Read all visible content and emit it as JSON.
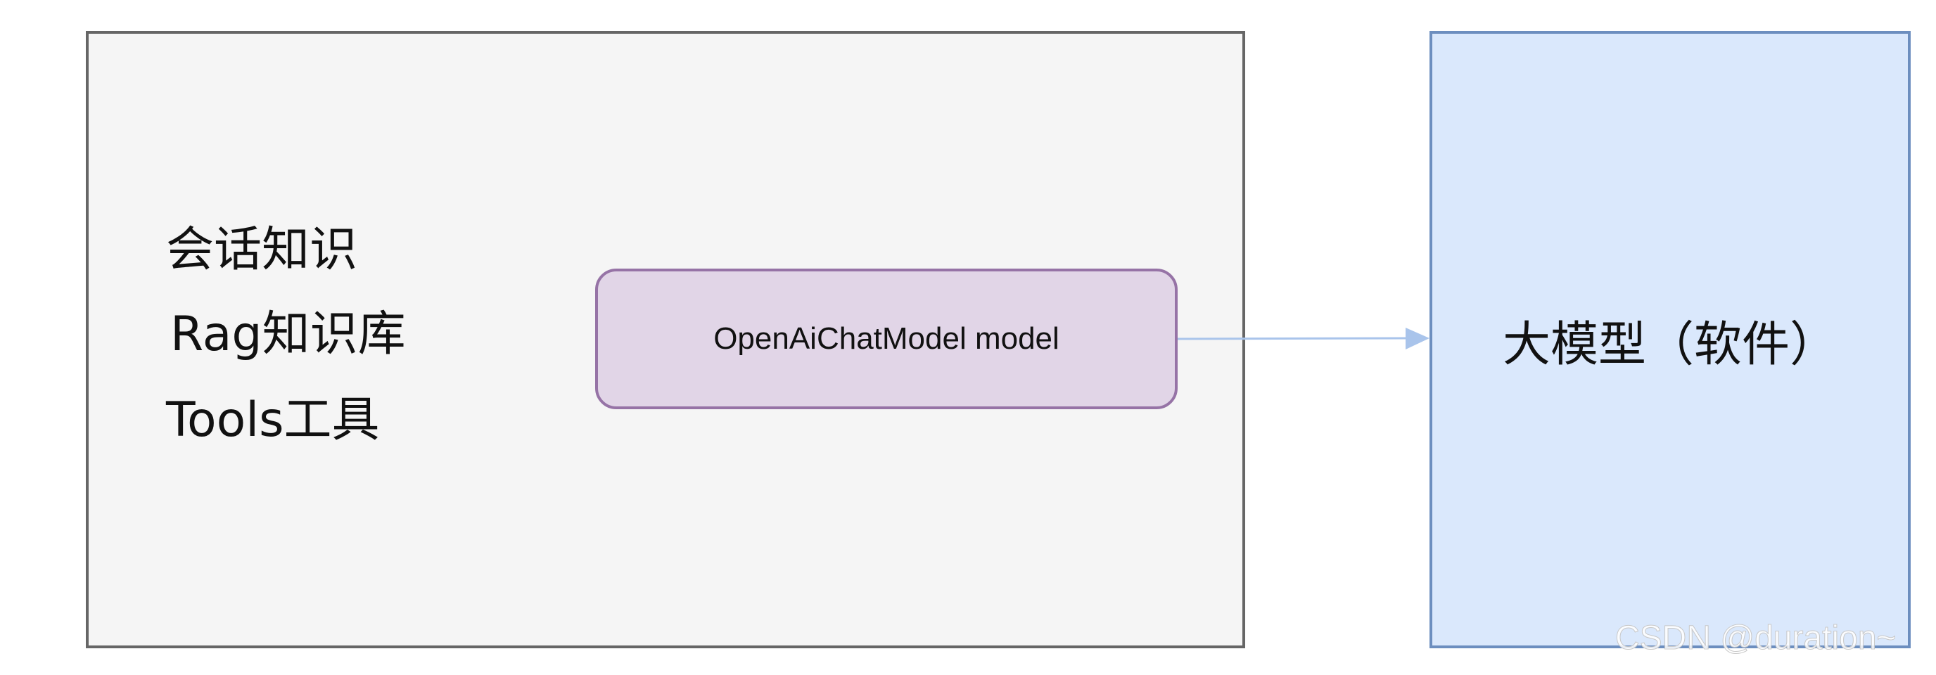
{
  "diagram": {
    "left_group": {
      "items": [
        "会话知识",
        "Rag知识库",
        "Tools工具"
      ]
    },
    "model_node": {
      "label": "OpenAiChatModel model"
    },
    "target_node": {
      "label": "大模型（软件）"
    }
  },
  "watermark": "CSDN @duration~",
  "colors": {
    "left_box_fill": "#f5f5f5",
    "left_box_stroke": "#666666",
    "model_fill": "#e1d5e7",
    "model_stroke": "#9673a6",
    "target_fill": "#dae8fc",
    "target_stroke": "#6c8ebf",
    "arrow": "#a9c4eb"
  }
}
